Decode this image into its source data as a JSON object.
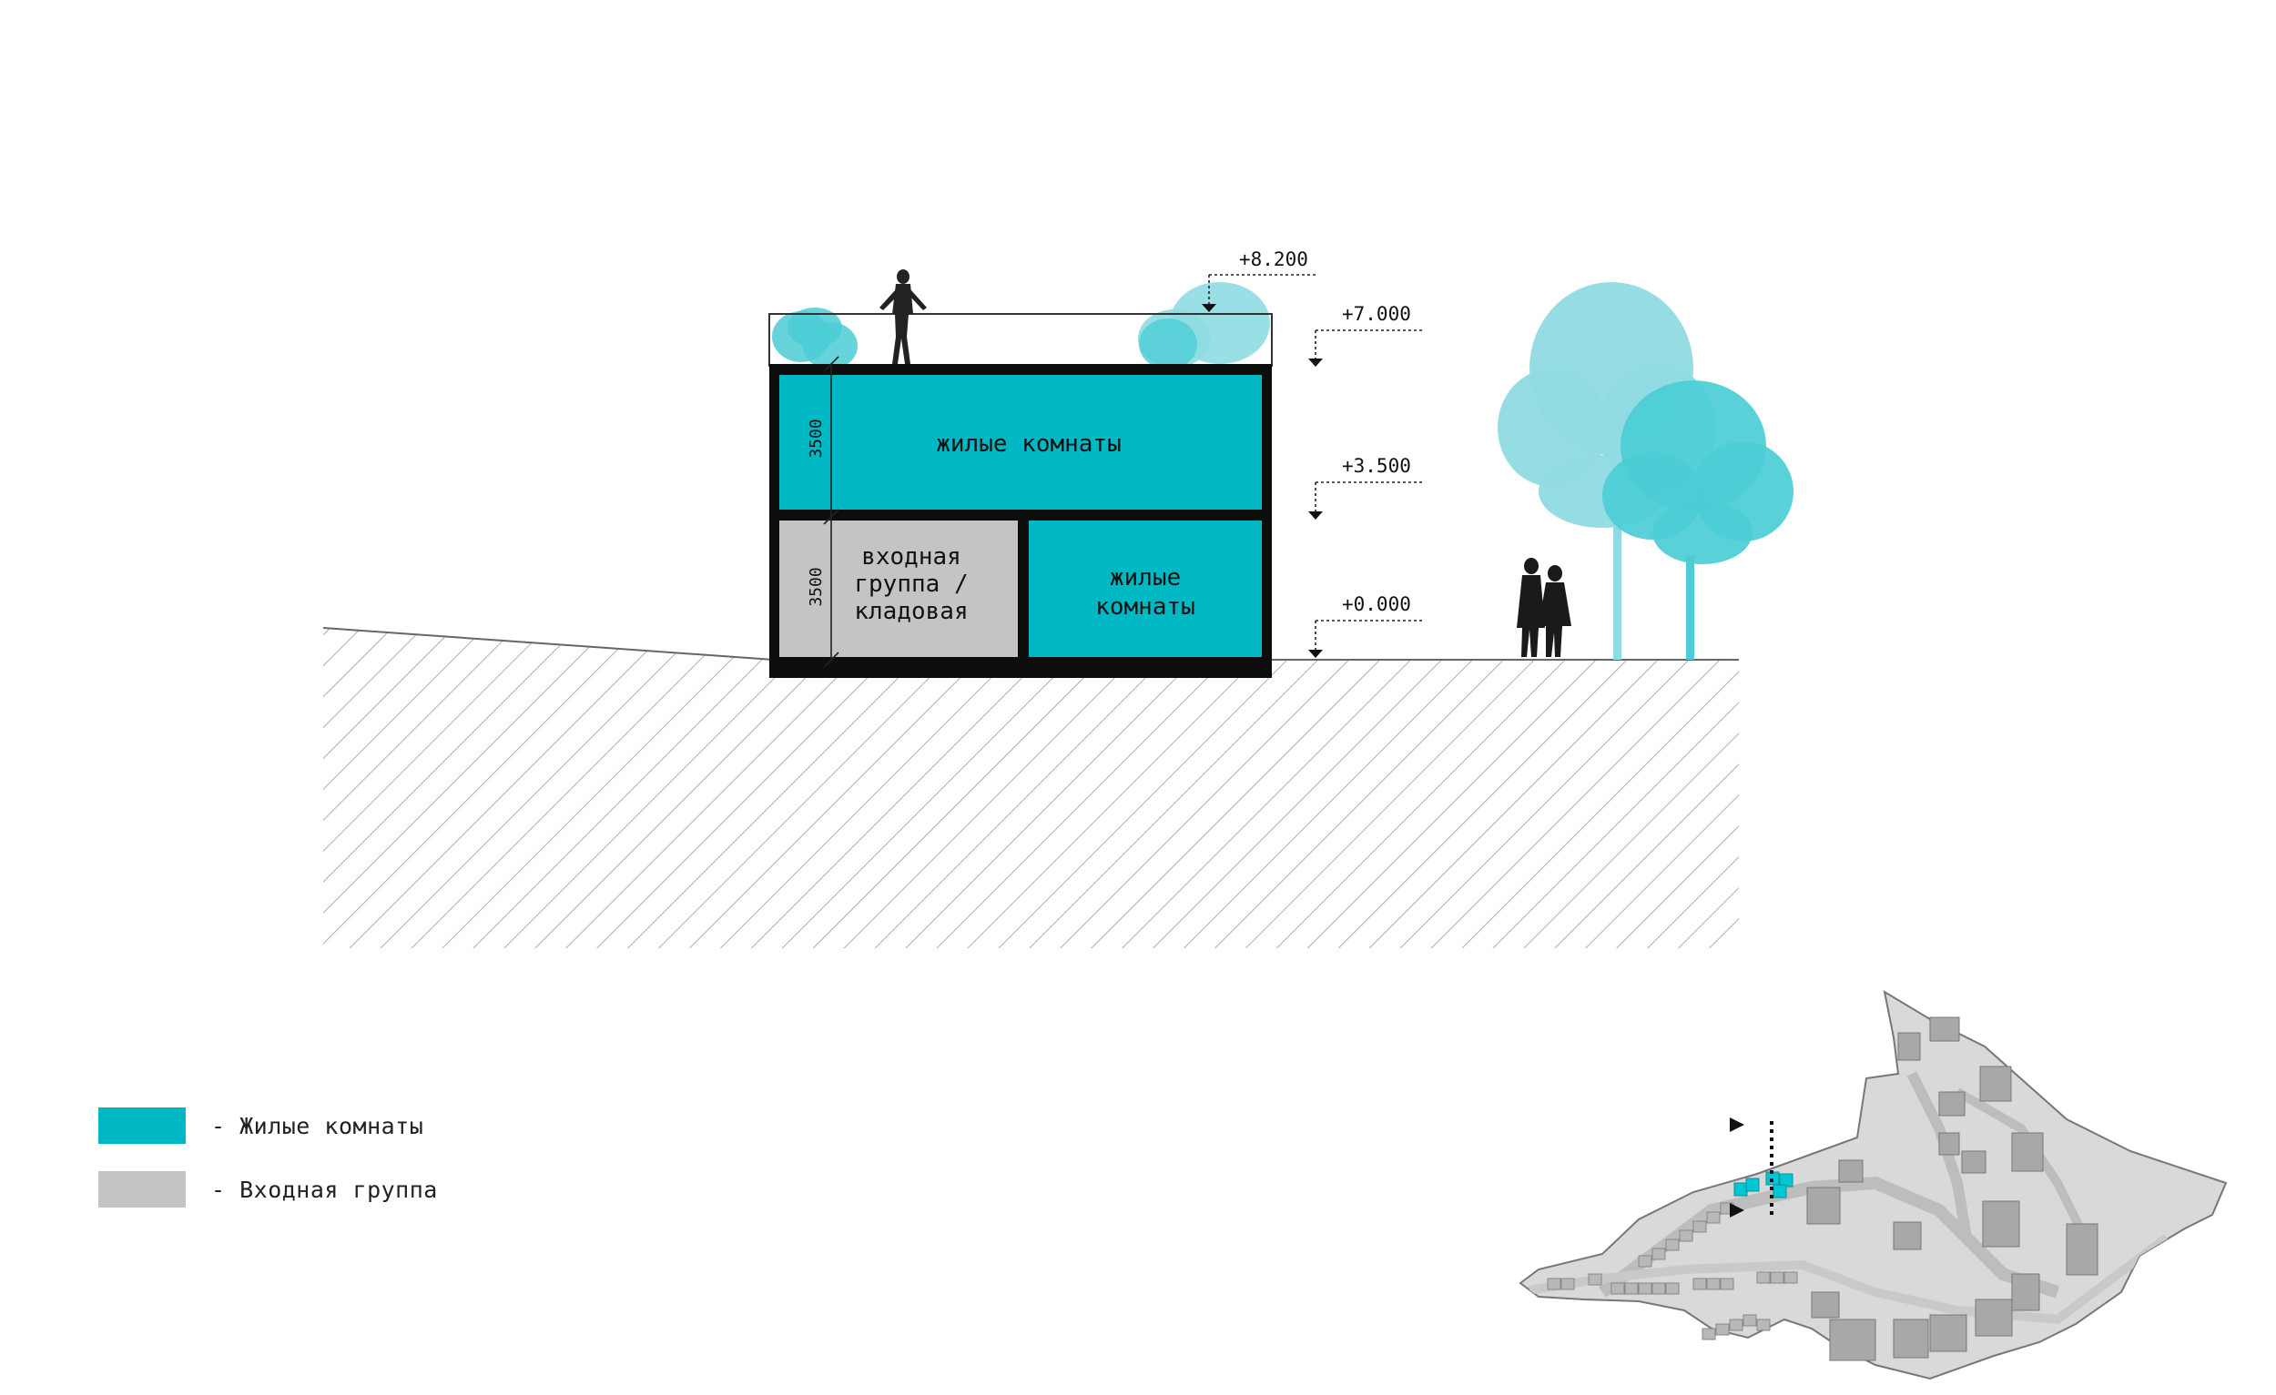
{
  "colors": {
    "living": "#00b8c4",
    "entrance": "#c4c4c4",
    "wall": "#0d0d0d",
    "tree_light": "#8fdbe2",
    "tree_dark": "#4ccdd6",
    "plan_land": "#d6d6d6",
    "plan_building": "#a8a8a8"
  },
  "section": {
    "upper_room": "жилые комнаты",
    "lower_left_room": [
      "входная",
      "группа /",
      "кладовая"
    ],
    "lower_right_room": [
      "жилые",
      "комнаты"
    ],
    "dim_upper": "3500",
    "dim_lower": "3500",
    "levels": {
      "parapet": "+8.200",
      "roof": "+7.000",
      "floor2": "+3.500",
      "ground": "+0.000"
    }
  },
  "legend": {
    "living": "- Жилые комнаты",
    "entrance": "- Входная группа"
  },
  "site_plan": {
    "cut_marker_icon": "triangle-arrow-icon"
  }
}
